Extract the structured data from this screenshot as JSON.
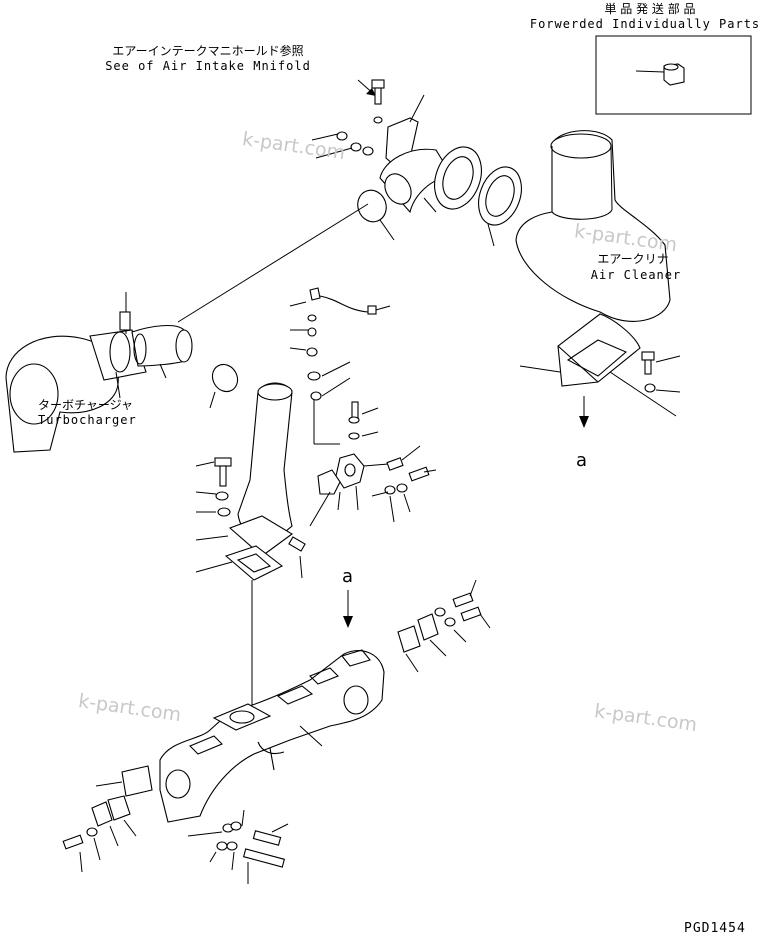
{
  "labels": {
    "forwarded_jp": "単 品 発 送 部 品",
    "forwarded_en": "Forwerded Individually Parts",
    "air_intake_jp": "エアーインテークマニホールド参照",
    "air_intake_en": "See of Air Intake Mnifold",
    "air_cleaner_jp": "エアークリナ",
    "air_cleaner_en": "Air Cleaner",
    "turbo_jp": "ターボチャージャ",
    "turbo_en": "Turbocharger",
    "view_a_upper": "a",
    "view_a_lower": "a",
    "drawing_code": "PGD1454"
  },
  "watermarks": [
    "k-part.com",
    "k-part.com",
    "k-part.com",
    "k-part.com"
  ]
}
